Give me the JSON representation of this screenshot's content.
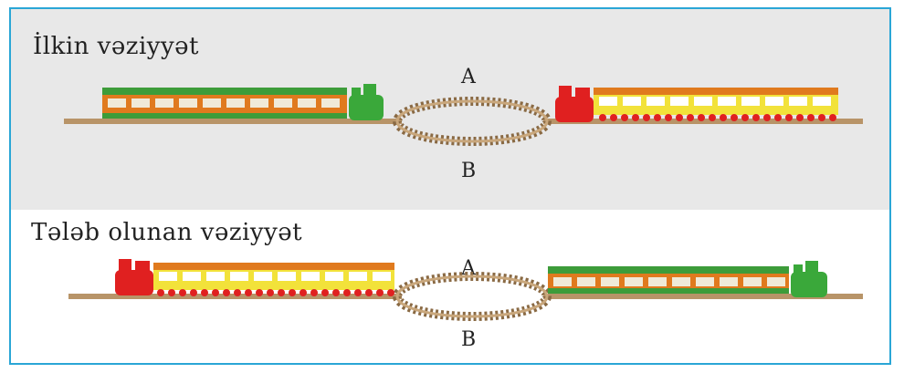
{
  "panels": {
    "initial": {
      "title": "İlkin vəziyyət",
      "label_a": "A",
      "label_b": "B"
    },
    "required": {
      "title": "Tələb olunan vəziyyət",
      "label_a": "A",
      "label_b": "B"
    }
  },
  "colors": {
    "border": "#2aa6d6",
    "top_panel_bg": "#e8e8e8",
    "green_engine": "#3aa83a",
    "red_engine": "#e02020",
    "green_train_roof": "#3d9c3a",
    "green_train_body": "#e07a1e",
    "red_train_roof": "#e07a1e",
    "red_train_body": "#f2e23a",
    "track": "#b89468"
  }
}
